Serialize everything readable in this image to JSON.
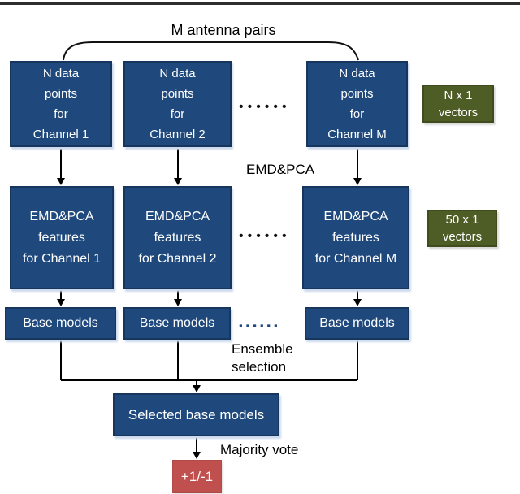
{
  "labels": {
    "antenna_pairs": "M antenna pairs",
    "emd_pca": "EMD&PCA",
    "ensemble_selection": "Ensemble\nselection",
    "majority_vote": "Majority vote"
  },
  "row1": {
    "boxes": [
      "N data\npoints\nfor\nChannel 1",
      "N data\npoints\nfor\nChannel 2",
      "N data\npoints\nfor\nChannel M"
    ],
    "ellipsis": "••••••"
  },
  "row2": {
    "boxes": [
      "EMD&PCA\nfeatures\nfor Channel 1",
      "EMD&PCA\nfeatures\nfor Channel 2",
      "EMD&PCA\nfeatures\nfor Channel M"
    ],
    "ellipsis": "••••••"
  },
  "row3": {
    "boxes": [
      "Base models",
      "Base models",
      "Base models"
    ],
    "ellipsis": "▪▪▪▪▪▪"
  },
  "side_notes": {
    "row1": "N x 1\nvectors",
    "row2": "50 x 1\nvectors"
  },
  "selected_box": "Selected base models",
  "output_box": "+1/-1",
  "colors": {
    "box_blue": "#1F497D",
    "box_green": "#4E5C26",
    "box_red": "#C0504D",
    "line_black": "#000000"
  }
}
